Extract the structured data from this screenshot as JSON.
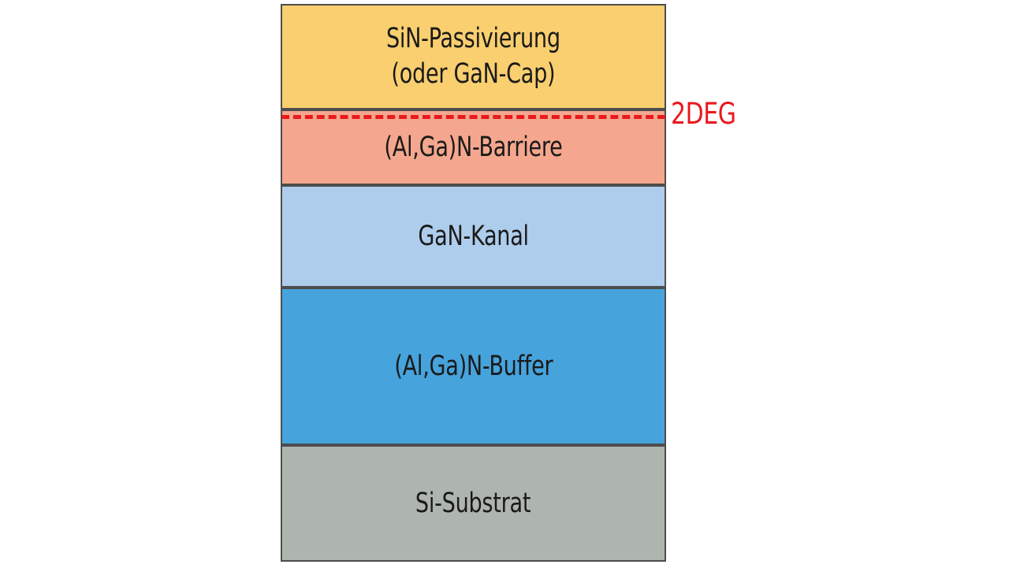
{
  "figure": {
    "type": "layer-stack-cross-section",
    "background_color": "#ffffff",
    "border_color": "#4d4d4d",
    "layers": [
      {
        "id": "passivation",
        "label": "SiN-Passivierung\n(oder GaN-Cap)",
        "color": "#f9cf6f",
        "text_color": "#1a1a1a"
      },
      {
        "id": "barrier",
        "label": "(Al,Ga)N-Barriere",
        "color": "#f4a78e",
        "text_color": "#1a1a1a"
      },
      {
        "id": "channel",
        "label": "GaN-Kanal",
        "color": "#aecdec",
        "text_color": "#1a1a1a"
      },
      {
        "id": "buffer",
        "label": "(Al,Ga)N-Buffer",
        "color": "#46a3dc",
        "text_color": "#1a1a1a"
      },
      {
        "id": "substrate",
        "label": "Si-Substrat",
        "color": "#aeb5ae",
        "text_color": "#1a1a1a"
      }
    ],
    "annotations": [
      {
        "id": "2deg",
        "label": "2DEG",
        "color": "#e8191e",
        "style": "dashed-line"
      }
    ]
  }
}
